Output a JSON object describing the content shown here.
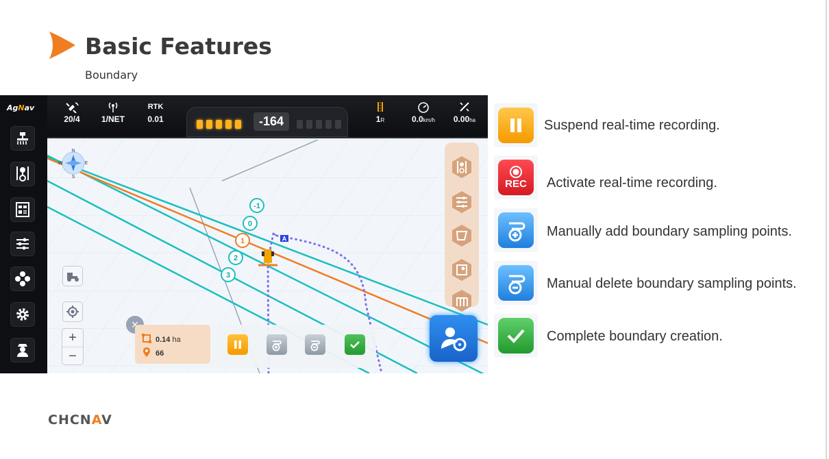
{
  "slide": {
    "title": "Basic Features",
    "subtitle": "Boundary",
    "logo_left": "CHCN",
    "logo_accent": "A",
    "logo_right": "V"
  },
  "app": {
    "logo_prefix": "Ag",
    "logo_accent": "N",
    "logo_suffix": "av",
    "sidebar_items": [
      {
        "icon": "implement-icon"
      },
      {
        "icon": "guidance-lines-icon"
      },
      {
        "icon": "field-data-icon"
      },
      {
        "icon": "settings-sliders-icon"
      },
      {
        "icon": "modules-icon"
      },
      {
        "icon": "gear-icon"
      },
      {
        "icon": "operator-icon"
      }
    ],
    "status": {
      "satellites": "20/4",
      "network": "1/NET",
      "rtk_label": "RTK",
      "rtk_value": "0.01",
      "offset": "-164",
      "line_number": "1",
      "line_suffix": "R",
      "speed": "0.0",
      "speed_unit": "km/h",
      "area": "0.00",
      "area_unit": "ha"
    },
    "compass": {
      "n": "N",
      "s": "S",
      "e": "E",
      "w": "W"
    },
    "line_labels": [
      "-1",
      "0",
      "1",
      "2",
      "3"
    ],
    "start_marker": "A",
    "zoom_in": "+",
    "zoom_out": "−",
    "close": "×",
    "bottom": {
      "area_value": "0.14",
      "area_unit": "ha",
      "point_count": "66"
    }
  },
  "legend": [
    {
      "icon": "pause-icon",
      "text": "Suspend real-time recording.",
      "color": "#f5a300"
    },
    {
      "icon": "rec-icon",
      "text": "Activate real-time recording.",
      "rec_label": "REC",
      "color": "#e8242e"
    },
    {
      "icon": "add-point-icon",
      "text": "Manually add boundary sampling points.",
      "color": "#2d8ee6"
    },
    {
      "icon": "delete-point-icon",
      "text": "Manual delete boundary sampling points.",
      "color": "#2d8ee6"
    },
    {
      "icon": "check-icon",
      "text": "Complete boundary creation.",
      "color": "#2fa53a"
    }
  ]
}
